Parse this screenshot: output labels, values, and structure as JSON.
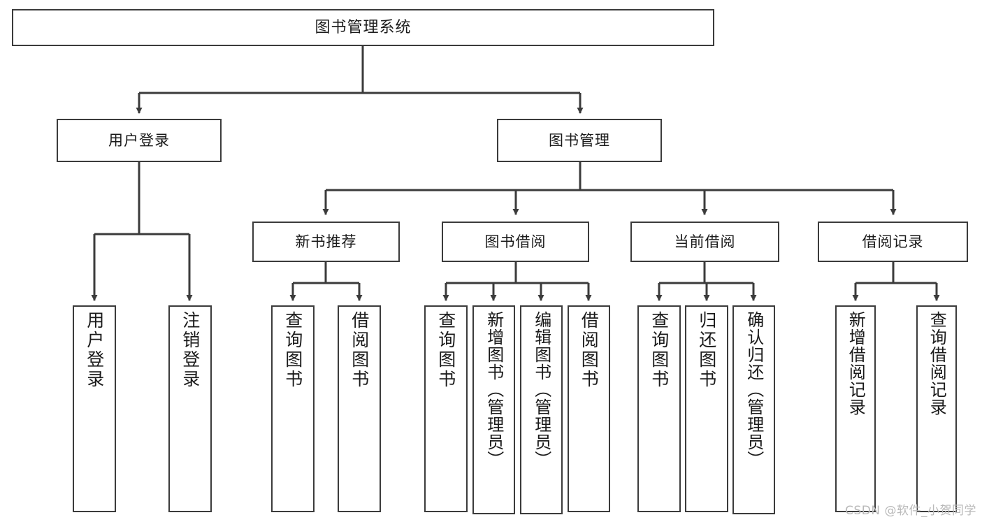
{
  "diagram": {
    "title": "图书管理系统",
    "type": "hierarchy-tree",
    "root": {
      "id": "root",
      "label": "图书管理系统"
    },
    "level1": [
      {
        "id": "user-login",
        "label": "用户登录"
      },
      {
        "id": "book-management",
        "label": "图书管理"
      }
    ],
    "level2": [
      {
        "id": "new-book-recommend",
        "label": "新书推荐",
        "parent": "book-management"
      },
      {
        "id": "book-borrow",
        "label": "图书借阅",
        "parent": "book-management"
      },
      {
        "id": "current-borrow",
        "label": "当前借阅",
        "parent": "book-management"
      },
      {
        "id": "borrow-record",
        "label": "借阅记录",
        "parent": "book-management"
      }
    ],
    "leaves": {
      "user_login": [
        {
          "id": "leaf-user-login",
          "label": "用户登录"
        },
        {
          "id": "leaf-logout-login",
          "label": "注销登录"
        }
      ],
      "new_book_recommend": [
        {
          "id": "leaf-query-book-1",
          "label": "查询图书"
        },
        {
          "id": "leaf-borrow-book-1",
          "label": "借阅图书"
        }
      ],
      "book_borrow": [
        {
          "id": "leaf-query-book-2",
          "label": "查询图书"
        },
        {
          "id": "leaf-add-book",
          "label": "新增图书（管理员）"
        },
        {
          "id": "leaf-edit-book",
          "label": "编辑图书（管理员）"
        },
        {
          "id": "leaf-borrow-book-2",
          "label": "借阅图书"
        }
      ],
      "current_borrow": [
        {
          "id": "leaf-query-book-3",
          "label": "查询图书"
        },
        {
          "id": "leaf-return-book",
          "label": "归还图书"
        },
        {
          "id": "leaf-confirm-return",
          "label": "确认归还（管理员）"
        }
      ],
      "borrow_record": [
        {
          "id": "leaf-add-record",
          "label": "新增借阅记录"
        },
        {
          "id": "leaf-query-record",
          "label": "查询借阅记录"
        }
      ]
    }
  },
  "watermark": {
    "text": "CSDN @软件_小贺同学"
  },
  "colors": {
    "border": "#3b3b3b",
    "fill": "#ffffff",
    "text": "#1a1a1a",
    "watermark": "#b9b9b9"
  }
}
